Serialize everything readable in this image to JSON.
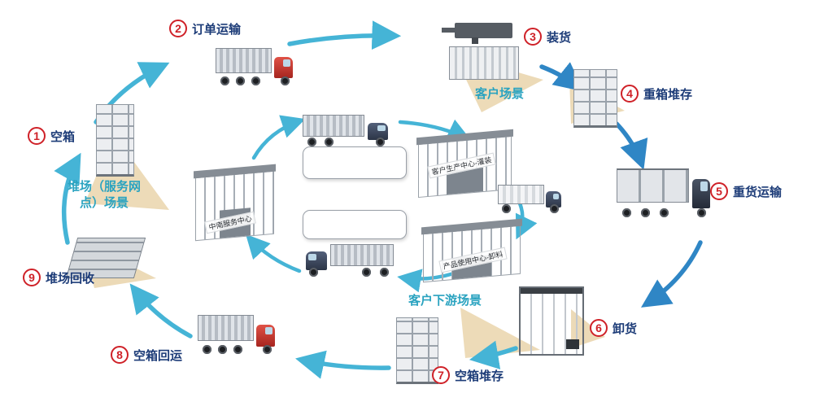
{
  "steps": [
    {
      "num": "1",
      "label": "空箱"
    },
    {
      "num": "2",
      "label": "订单运输"
    },
    {
      "num": "3",
      "label": "装货"
    },
    {
      "num": "4",
      "label": "重箱堆存"
    },
    {
      "num": "5",
      "label": "重货运输"
    },
    {
      "num": "6",
      "label": "卸货"
    },
    {
      "num": "7",
      "label": "空箱堆存"
    },
    {
      "num": "8",
      "label": "空箱回运"
    },
    {
      "num": "9",
      "label": "堆场回收"
    }
  ],
  "scenarios": {
    "customer": "客户场景",
    "yard": "堆场（服务网点）场景",
    "downstream": "客户下游场景"
  },
  "center_labels": {
    "service_center": "中南服务中心",
    "production_center": "客户生产中心-灌装",
    "usage_center": "产品使用中心-卸料"
  },
  "colors": {
    "step_number": "#cf2128",
    "step_label": "#1d3c78",
    "scenario_text": "#2aa3c0",
    "arrow_teal": "#45b4d6",
    "arrow_blue": "#2f86c5",
    "wedge": "#ecd9b4"
  }
}
